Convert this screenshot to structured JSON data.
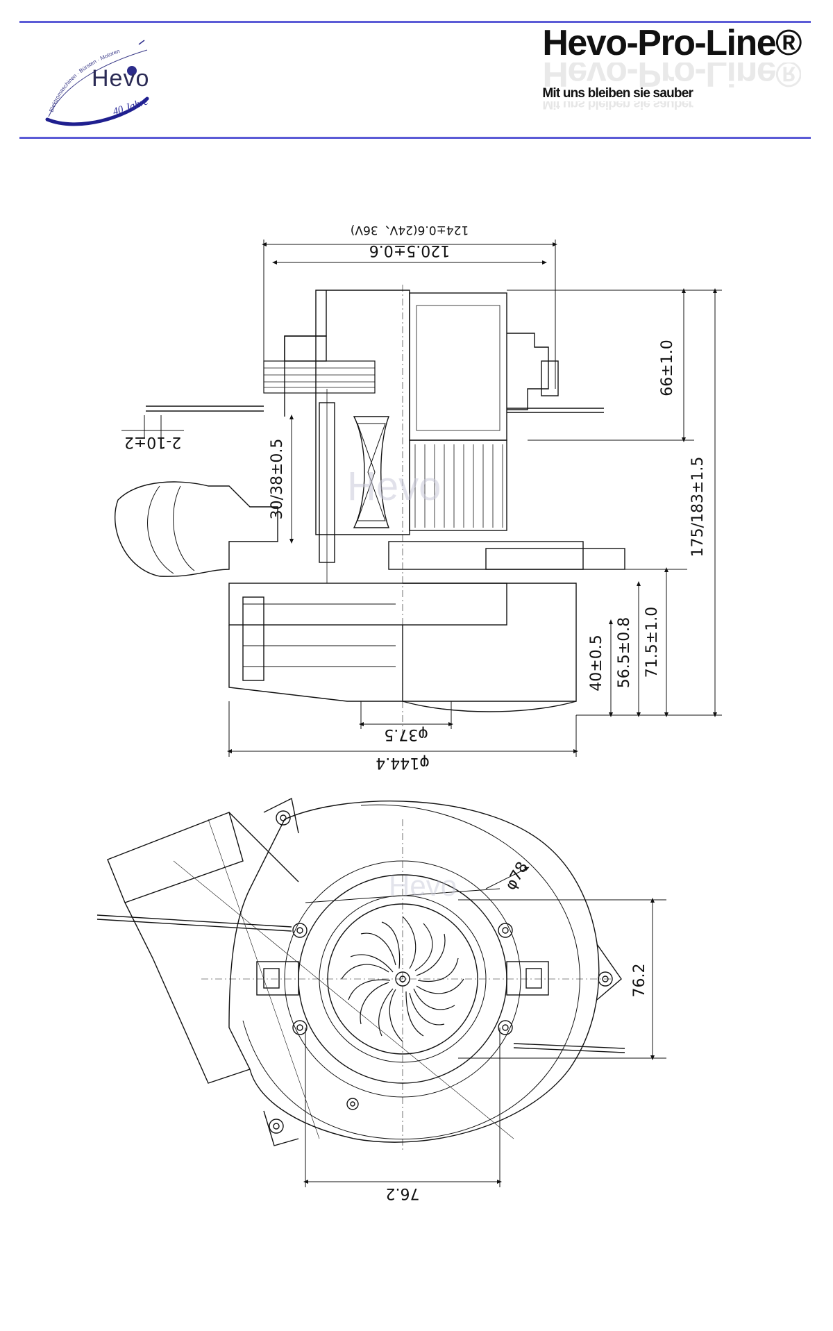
{
  "header": {
    "logo_word": "Hevo",
    "logo_jahre": "40 Jahre",
    "logo_arc_text": "Elektromaschinen · Bürsten · Motoren",
    "brand_title": "Hevo-Pro-Line®",
    "brand_slogan": "Mit uns bleiben sie sauber"
  },
  "side_view": {
    "dims": {
      "top_width_24_36v": "124±0.6(24V、36V)",
      "top_width": "120.5±0.6",
      "cable": "2-10±2",
      "upper_height": "66±1.0",
      "total_height": "175/183±1.5",
      "inlet_height": "30/38±0.5",
      "h40": "40±0.5",
      "h56": "56.5±0.8",
      "h71": "71.5±1.0",
      "inlet_dia": "φ37.5",
      "outer_dia": "φ144.4"
    }
  },
  "bottom_view": {
    "dims": {
      "dia78": "φ78",
      "vertical": "76.2",
      "horizontal": "76.2"
    }
  },
  "colors": {
    "rule": "#5b5bd6",
    "logo": "#2b2b8a",
    "line": "#111111"
  }
}
